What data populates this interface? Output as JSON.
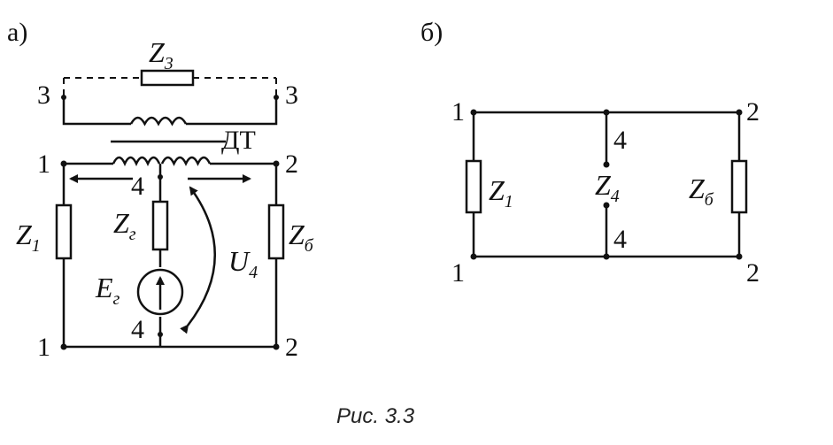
{
  "panel_a": {
    "label": "а)",
    "z3": {
      "main": "Z",
      "sub": "3"
    },
    "z1": {
      "main": "Z",
      "sub": "1"
    },
    "zg": {
      "main": "Z",
      "sub": "г"
    },
    "zb": {
      "main": "Z",
      "sub": "б"
    },
    "eg": {
      "main": "E",
      "sub": "г"
    },
    "u4": {
      "main": "U",
      "sub": "4"
    },
    "dt": "ДТ",
    "nodes": {
      "n3_left": "3",
      "n3_right": "3",
      "n1_top": "1",
      "n2_top": "2",
      "n4_top": "4",
      "n4_bottom": "4",
      "n1_bottom": "1",
      "n2_bottom": "2"
    }
  },
  "panel_b": {
    "label": "б)",
    "z1": {
      "main": "Z",
      "sub": "1"
    },
    "z4": {
      "main": "Z",
      "sub": "4"
    },
    "zb": {
      "main": "Z",
      "sub": "б"
    },
    "nodes": {
      "n1_top": "1",
      "n2_top": "2",
      "n4_top": "4",
      "n4_bottom": "4",
      "n1_bottom": "1",
      "n2_bottom": "2"
    }
  },
  "caption": "Рис. 3.3"
}
